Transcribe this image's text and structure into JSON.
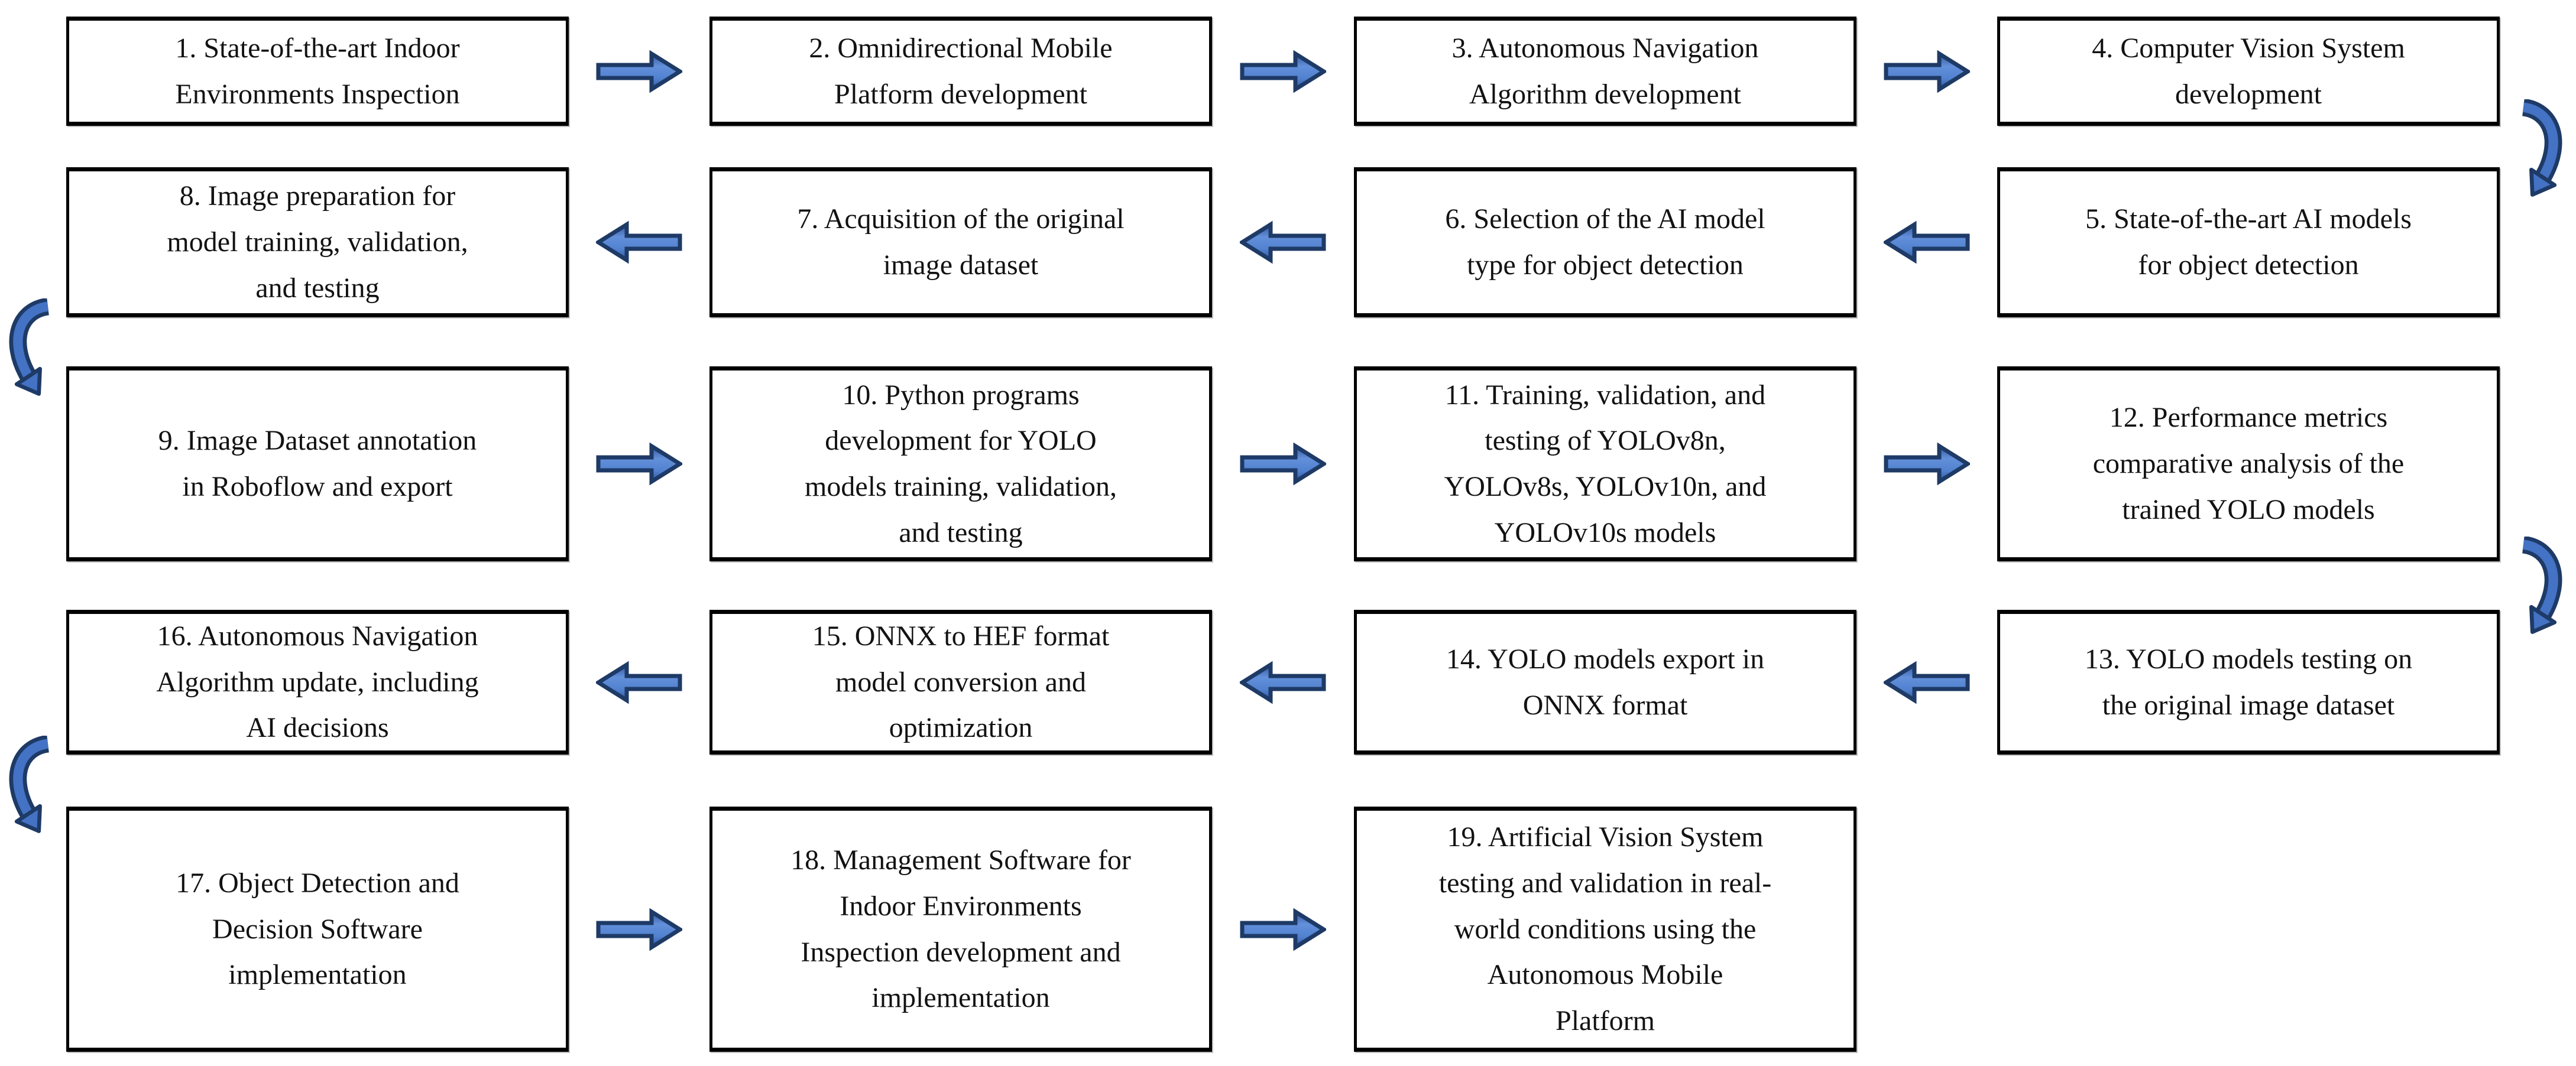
{
  "diagram": {
    "rows": [
      {
        "flow": "right",
        "boxes": [
          {
            "label": "1. State-of-the-art Indoor\nEnvironments Inspection"
          },
          {
            "label": "2. Omnidirectional Mobile\nPlatform development"
          },
          {
            "label": "3. Autonomous Navigation\nAlgorithm development"
          },
          {
            "label": "4. Computer Vision System\ndevelopment"
          }
        ]
      },
      {
        "flow": "left",
        "boxes": [
          {
            "label": "8. Image preparation for\nmodel training, validation,\nand testing"
          },
          {
            "label": "7. Acquisition of the original\nimage dataset"
          },
          {
            "label": "6. Selection of the AI model\ntype for object detection"
          },
          {
            "label": "5. State-of-the-art AI models\nfor object detection"
          }
        ]
      },
      {
        "flow": "right",
        "boxes": [
          {
            "label": "9. Image Dataset annotation\nin Roboflow and export"
          },
          {
            "label": "10. Python programs\ndevelopment for YOLO\nmodels training, validation,\nand testing"
          },
          {
            "label": "11. Training, validation, and\ntesting of YOLOv8n,\nYOLOv8s, YOLOv10n, and\nYOLOv10s models"
          },
          {
            "label": "12. Performance metrics\ncomparative analysis of the\ntrained YOLO models"
          }
        ]
      },
      {
        "flow": "left",
        "boxes": [
          {
            "label": "16. Autonomous Navigation\nAlgorithm update, including\nAI decisions"
          },
          {
            "label": "15. ONNX to HEF format\nmodel conversion and\noptimization"
          },
          {
            "label": "14. YOLO models export in\nONNX format"
          },
          {
            "label": "13. YOLO models testing on\nthe original image dataset"
          }
        ]
      },
      {
        "flow": "right",
        "boxes": [
          {
            "label": "17. Object Detection and\nDecision Software\nimplementation"
          },
          {
            "label": "18. Management Software for\nIndoor Environments\nInspection development and\nimplementation"
          },
          {
            "label": "19. Artificial Vision System\ntesting and validation in real-\nworld conditions using the\nAutonomous Mobile\nPlatform"
          }
        ]
      }
    ],
    "curved_connectors": [
      {
        "side": "right",
        "from_step": "4",
        "to_step": "5"
      },
      {
        "side": "left",
        "from_step": "8",
        "to_step": "9"
      },
      {
        "side": "right",
        "from_step": "12",
        "to_step": "13"
      },
      {
        "side": "left",
        "from_step": "16",
        "to_step": "17"
      }
    ],
    "colors": {
      "background": "#FFFFFF",
      "box_fill": "#FFFFFF",
      "box_border": "#000000",
      "text": "#121212",
      "arrow_fill": "#4472C4",
      "arrow_fill_light": "#6390DA",
      "arrow_fill_dark": "#31559B",
      "arrow_outline": "#1E3A66"
    }
  }
}
